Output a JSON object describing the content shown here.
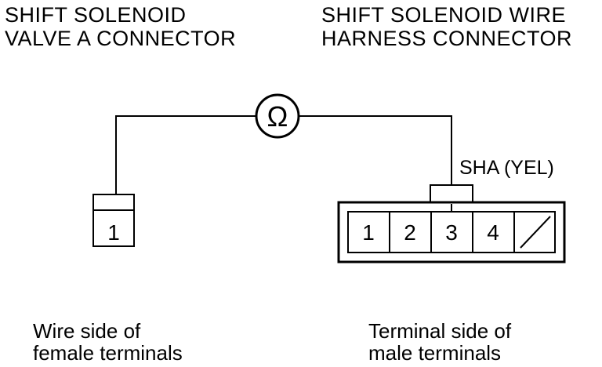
{
  "labels": {
    "left_connector": [
      "SHIFT SOLENOID",
      "VALVE A CONNECTOR"
    ],
    "right_connector": [
      "SHIFT SOLENOID WIRE",
      "HARNESS CONNECTOR"
    ],
    "wire": "SHA (YEL)",
    "meter_symbol": "Ω"
  },
  "left_terminal": {
    "number": "1"
  },
  "right_terminals": [
    "1",
    "2",
    "3",
    "4"
  ],
  "captions": {
    "left": [
      "Wire side of",
      "female terminals"
    ],
    "right": [
      "Terminal side of",
      "male terminals"
    ]
  }
}
